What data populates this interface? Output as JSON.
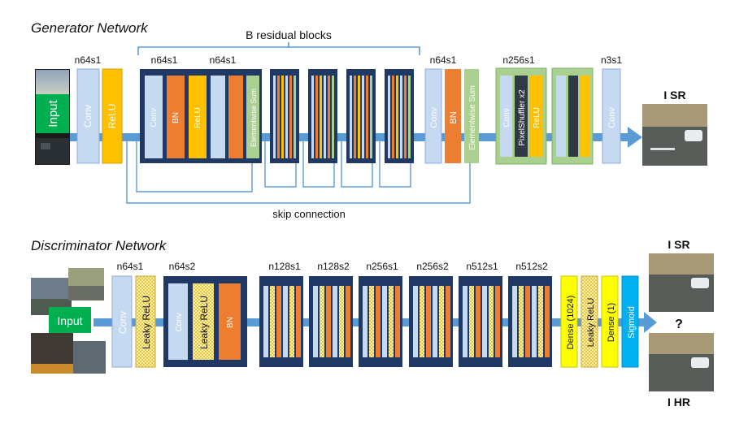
{
  "generator": {
    "title": "Generator Network",
    "residual_label": "B residual blocks",
    "skip_label": "skip connection",
    "input_label": "Input",
    "layer_params": [
      "n64s1",
      "n64s1",
      "n64s1",
      "n64s1",
      "n256s1",
      "n3s1"
    ],
    "blocks": {
      "conv": "Conv",
      "relu": "ReLU",
      "bn": "BN",
      "elementwise_sum": "Elementwise Sum",
      "pixelshuffler": "PixelShuffler x2"
    },
    "output_label": "I SR"
  },
  "discriminator": {
    "title": "Discriminator Network",
    "input_label": "Input",
    "layer_params": [
      "n64s1",
      "n64s2",
      "n128s1",
      "n128s2",
      "n256s1",
      "n256s2",
      "n512s1",
      "n512s2"
    ],
    "blocks": {
      "conv": "Conv",
      "leaky_relu": "Leaky ReLU",
      "bn": "BN",
      "dense_1024": "Dense (1024)",
      "dense_1": "Dense (1)",
      "sigmoid": "Sigmoid"
    },
    "output_sr": "I SR",
    "output_hr": "I HR",
    "question": "?"
  },
  "colors": {
    "conv": "#c5d9f1",
    "bn": "#ed7d31",
    "relu": "#ffc000",
    "leaky_relu": "#ffe699",
    "sum": "#a9d08e",
    "dark_block": "#1f3864",
    "arrow": "#5b9bd5",
    "dense": "#ffff00",
    "sigmoid": "#00b0f0",
    "input_green": "#00b050"
  }
}
